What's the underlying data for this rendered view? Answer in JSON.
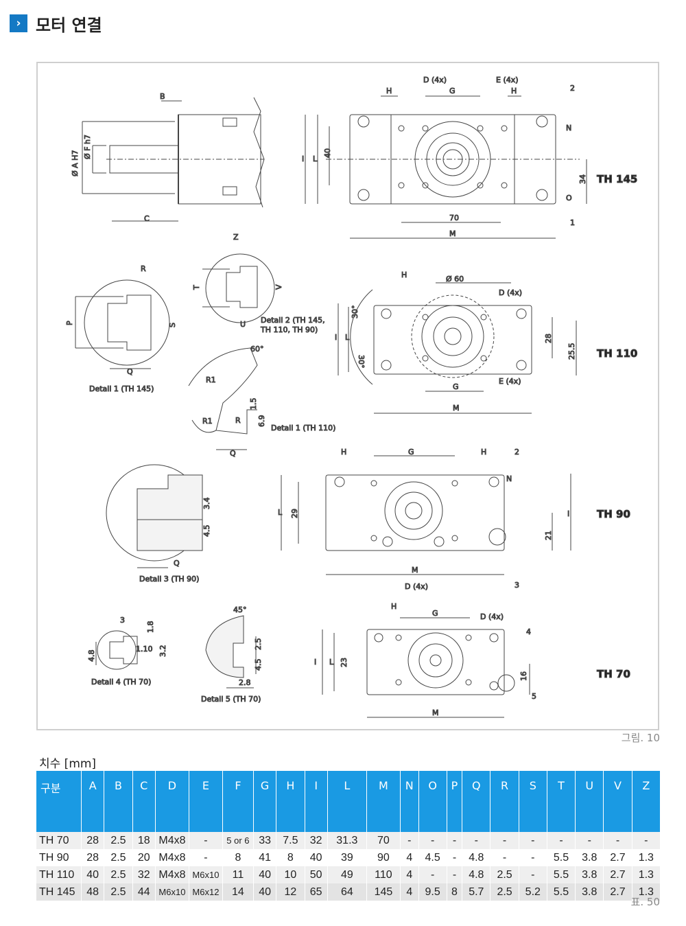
{
  "header": {
    "icon": "chevron-right-icon",
    "title": "모터 연결"
  },
  "figure": {
    "caption": "그림. 10",
    "models": [
      "TH 145",
      "TH 110",
      "TH 90",
      "TH 70"
    ],
    "details": {
      "d1_145": "Detail 1 (TH 145)",
      "d2": "Detail 2 (TH 145,",
      "d2b": "TH 110, TH 90)",
      "d1_110": "Detail 1 (TH 110)",
      "d3": "Detail 3 (TH 90)",
      "d4": "Detail 4 (TH 70)",
      "d5": "Detail 5 (TH 70)"
    },
    "labels": {
      "B": "B",
      "C": "C",
      "A": "Ø A H7",
      "F": "Ø F h7",
      "D4x": "D (4x)",
      "E4x": "E (4x)",
      "G": "G",
      "H": "H",
      "I": "I",
      "L": "L",
      "M": "M",
      "N": "N",
      "Z": "Z",
      "T": "T",
      "U": "U",
      "V": "V",
      "R": "R",
      "P": "P",
      "Q": "Q",
      "S": "S",
      "O": "O",
      "R1": "R1",
      "d60": "Ø 60",
      "v40": "40",
      "v70": "70",
      "v34": "34",
      "v28": "28",
      "v25_5": "25.5",
      "v30": "30°",
      "v60": "60°",
      "v29": "29",
      "v21": "21",
      "v23": "23",
      "v16": "16",
      "v1_5": "1.5",
      "v6_9": "6.9",
      "v3_4": "3.4",
      "v4_5": "4.5",
      "v3": "3",
      "v1_8": "1.8",
      "v1_10": "1.10",
      "v4_8": "4.8",
      "v3_2": "3.2",
      "v45": "45°",
      "v2_5": "2.5",
      "v2_8": "2.8",
      "eq": "=",
      "n1": "1",
      "n2": "2",
      "n3": "3",
      "n4": "4",
      "n5": "5"
    }
  },
  "table": {
    "title": "치수 [mm]",
    "caption": "표. 50",
    "headers": [
      "구분",
      "A",
      "B",
      "C",
      "D",
      "E",
      "F",
      "G",
      "H",
      "I",
      "L",
      "M",
      "N",
      "O",
      "P",
      "Q",
      "R",
      "S",
      "T",
      "U",
      "V",
      "Z"
    ],
    "rows": [
      [
        "TH 70",
        "28",
        "2.5",
        "18",
        "M4x8",
        "-",
        "5 or 6",
        "33",
        "7.5",
        "32",
        "31.3",
        "70",
        "-",
        "-",
        "-",
        "-",
        "-",
        "-",
        "-",
        "-",
        "-",
        "-"
      ],
      [
        "TH 90",
        "28",
        "2.5",
        "20",
        "M4x8",
        "-",
        "8",
        "41",
        "8",
        "40",
        "39",
        "90",
        "4",
        "4.5",
        "-",
        "4.8",
        "-",
        "-",
        "5.5",
        "3.8",
        "2.7",
        "1.3"
      ],
      [
        "TH 110",
        "40",
        "2.5",
        "32",
        "M4x8",
        "M6x10",
        "11",
        "40",
        "10",
        "50",
        "49",
        "110",
        "4",
        "-",
        "-",
        "4.8",
        "2.5",
        "-",
        "5.5",
        "3.8",
        "2.7",
        "1.3"
      ],
      [
        "TH 145",
        "48",
        "2.5",
        "44",
        "M6x10",
        "M6x12",
        "14",
        "40",
        "12",
        "65",
        "64",
        "145",
        "4",
        "9.5",
        "8",
        "5.7",
        "2.5",
        "5.2",
        "5.5",
        "3.8",
        "2.7",
        "1.3"
      ]
    ]
  }
}
